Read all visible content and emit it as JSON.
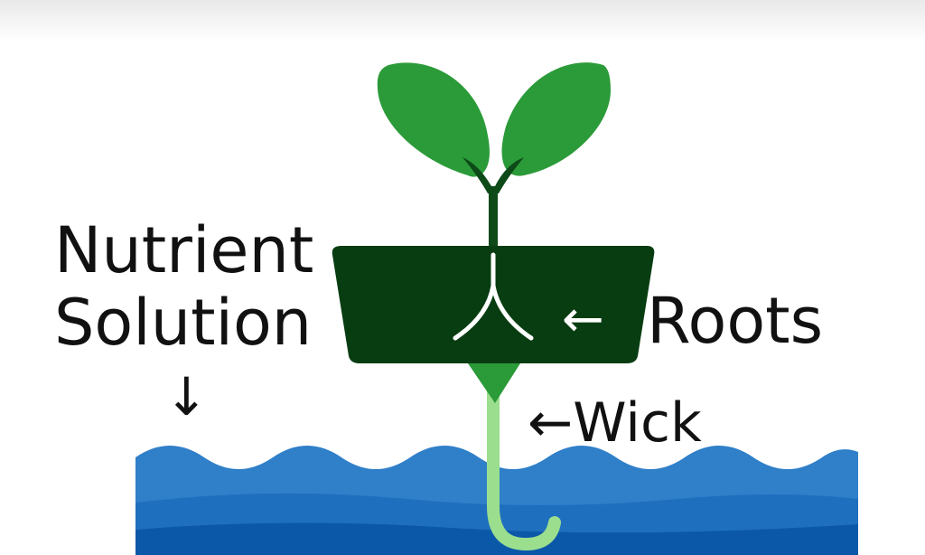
{
  "labels": {
    "nutrient_line1": "Nutrient",
    "nutrient_line2": "Solution",
    "nutrient_arrow": "↓",
    "roots": "Roots",
    "roots_arrow": "←",
    "wick": "←Wick"
  },
  "colors": {
    "leaf": "#2b9a38",
    "leaf_edge": "#1f7a2a",
    "pot": "#083d12",
    "stem": "#0d4a18",
    "roots": "#ffffff",
    "wick": "#9bde8e",
    "water_surface": "#2f7fc9",
    "water_mid": "#1f6fbf",
    "water_deep": "#0c58a8"
  },
  "icons": {
    "nutrient_arrow": "arrow-down-icon",
    "roots_arrow": "arrow-left-icon"
  }
}
